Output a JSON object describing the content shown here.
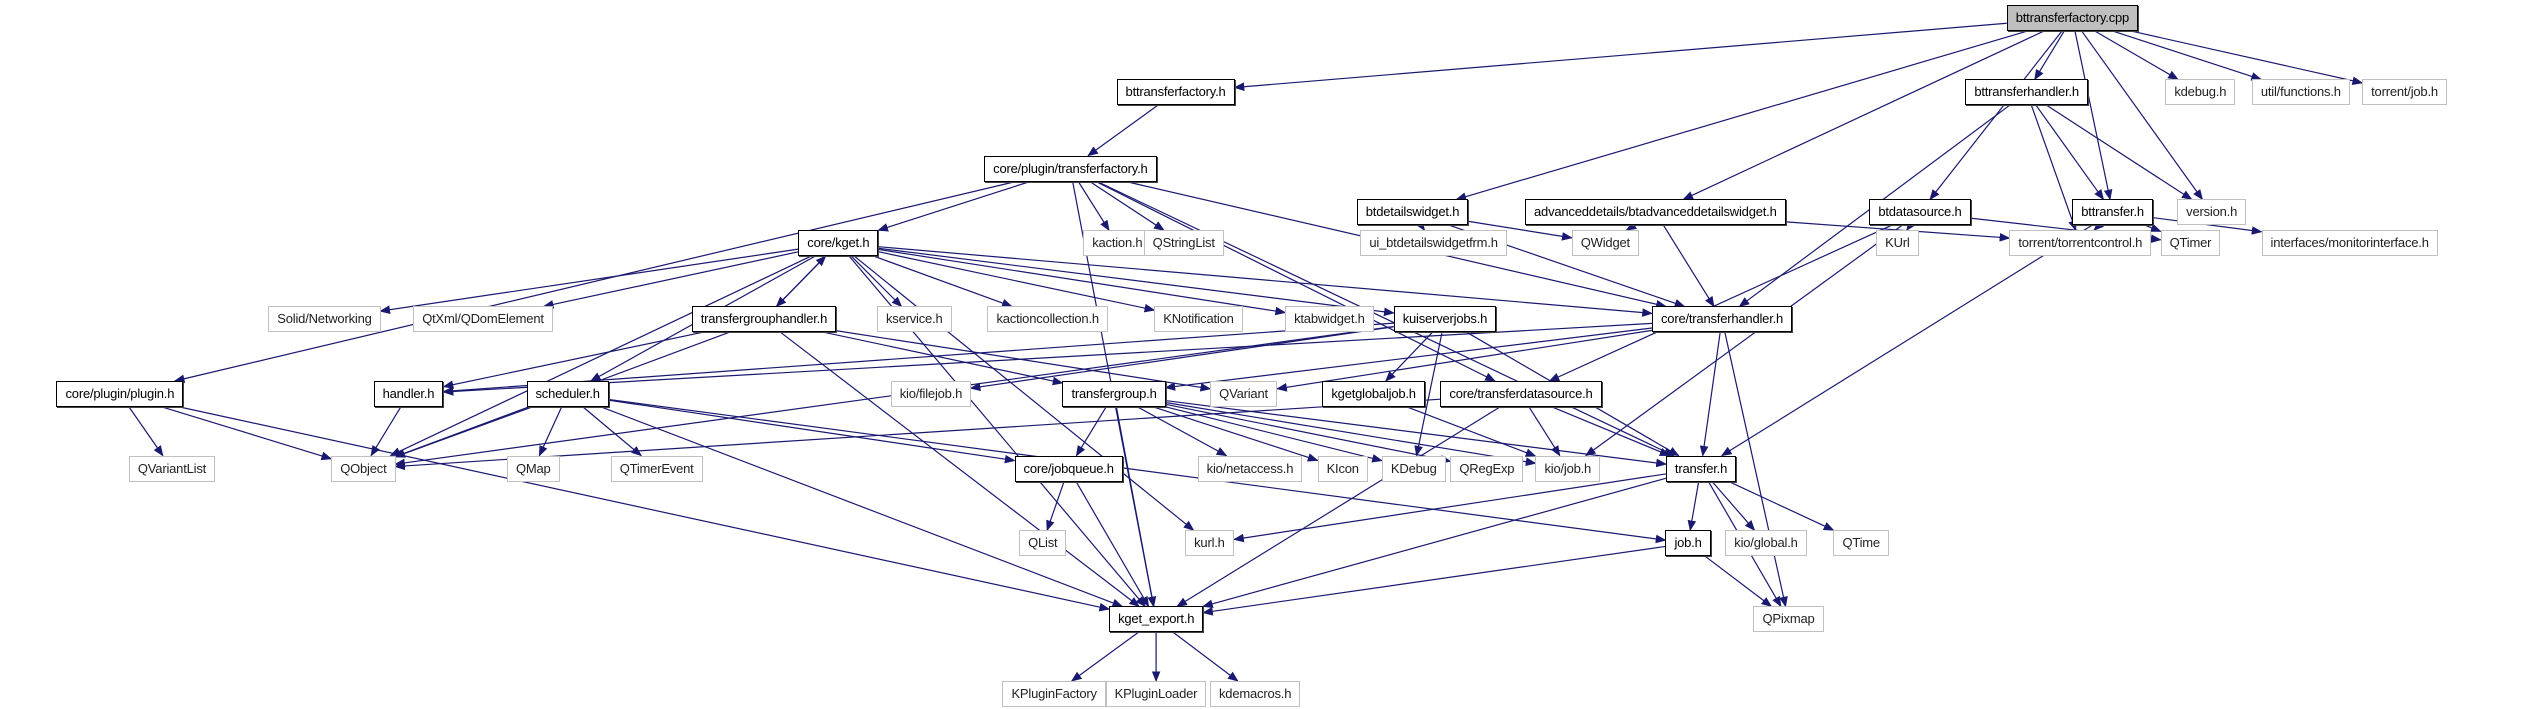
{
  "graph": {
    "title": "bttransferfactory.cpp include dependency graph",
    "colors": {
      "edge": "#191970",
      "local_border": "#000000",
      "ext_border": "#c0c0c0",
      "root_fill": "#bfbfbf"
    },
    "nodes": [
      {
        "id": "root",
        "label": "bttransferfactory.cpp",
        "kind": "root"
      },
      {
        "id": "bttransferfactory_h",
        "label": "bttransferfactory.h",
        "kind": "local"
      },
      {
        "id": "transferfactory",
        "label": "core/plugin/transferfactory.h",
        "kind": "local"
      },
      {
        "id": "btdetailswidget",
        "label": "btdetailswidget.h",
        "kind": "local"
      },
      {
        "id": "btadvanced",
        "label": "advanceddetails/btadvanceddetailswidget.h",
        "kind": "local"
      },
      {
        "id": "btdatasource",
        "label": "btdatasource.h",
        "kind": "local"
      },
      {
        "id": "bttransferhandler",
        "label": "bttransferhandler.h",
        "kind": "local"
      },
      {
        "id": "bttransfer",
        "label": "bttransfer.h",
        "kind": "local"
      },
      {
        "id": "version",
        "label": "version.h",
        "kind": "ext"
      },
      {
        "id": "kdebug",
        "label": "kdebug.h",
        "kind": "ext"
      },
      {
        "id": "utilfunctions",
        "label": "util/functions.h",
        "kind": "ext"
      },
      {
        "id": "torrentjob",
        "label": "torrent/job.h",
        "kind": "ext"
      },
      {
        "id": "kaction",
        "label": "kaction.h",
        "kind": "ext"
      },
      {
        "id": "qstringlist",
        "label": "QStringList",
        "kind": "ext"
      },
      {
        "id": "ui_btdetails",
        "label": "ui_btdetailswidgetfrm.h",
        "kind": "ext"
      },
      {
        "id": "qwidget",
        "label": "QWidget",
        "kind": "ext"
      },
      {
        "id": "kurl_cap",
        "label": "KUrl",
        "kind": "ext"
      },
      {
        "id": "torrentcontrol",
        "label": "torrent/torrentcontrol.h",
        "kind": "ext"
      },
      {
        "id": "qtimer",
        "label": "QTimer",
        "kind": "ext"
      },
      {
        "id": "monitorinterface",
        "label": "interfaces/monitorinterface.h",
        "kind": "ext"
      },
      {
        "id": "kget",
        "label": "core/kget.h",
        "kind": "local"
      },
      {
        "id": "solid",
        "label": "Solid/Networking",
        "kind": "ext"
      },
      {
        "id": "qdomelement",
        "label": "QtXml/QDomElement",
        "kind": "ext"
      },
      {
        "id": "tgh",
        "label": "transfergrouphandler.h",
        "kind": "local"
      },
      {
        "id": "kservice",
        "label": "kservice.h",
        "kind": "ext"
      },
      {
        "id": "kactioncollection",
        "label": "kactioncollection.h",
        "kind": "ext"
      },
      {
        "id": "knotification",
        "label": "KNotification",
        "kind": "ext"
      },
      {
        "id": "ktabwidget",
        "label": "ktabwidget.h",
        "kind": "ext"
      },
      {
        "id": "kuiserverjobs",
        "label": "kuiserverjobs.h",
        "kind": "local"
      },
      {
        "id": "transferhandler",
        "label": "core/transferhandler.h",
        "kind": "local"
      },
      {
        "id": "plugin",
        "label": "core/plugin/plugin.h",
        "kind": "local"
      },
      {
        "id": "handler",
        "label": "handler.h",
        "kind": "local"
      },
      {
        "id": "scheduler",
        "label": "scheduler.h",
        "kind": "local"
      },
      {
        "id": "kiofilejob",
        "label": "kio/filejob.h",
        "kind": "ext"
      },
      {
        "id": "transfergroup",
        "label": "transfergroup.h",
        "kind": "local"
      },
      {
        "id": "qvariant",
        "label": "QVariant",
        "kind": "ext"
      },
      {
        "id": "kgetglobaljob",
        "label": "kgetglobaljob.h",
        "kind": "local"
      },
      {
        "id": "transferdatasource",
        "label": "core/transferdatasource.h",
        "kind": "local"
      },
      {
        "id": "qvariantlist",
        "label": "QVariantList",
        "kind": "ext"
      },
      {
        "id": "qobject",
        "label": "QObject",
        "kind": "ext"
      },
      {
        "id": "qmap",
        "label": "QMap",
        "kind": "ext"
      },
      {
        "id": "qtimerevent",
        "label": "QTimerEvent",
        "kind": "ext"
      },
      {
        "id": "jobqueue",
        "label": "core/jobqueue.h",
        "kind": "local"
      },
      {
        "id": "kionetaccess",
        "label": "kio/netaccess.h",
        "kind": "ext"
      },
      {
        "id": "kicon",
        "label": "KIcon",
        "kind": "ext"
      },
      {
        "id": "kdebug2",
        "label": "KDebug",
        "kind": "ext"
      },
      {
        "id": "qregexp",
        "label": "QRegExp",
        "kind": "ext"
      },
      {
        "id": "kiojob",
        "label": "kio/job.h",
        "kind": "ext"
      },
      {
        "id": "transfer",
        "label": "transfer.h",
        "kind": "local"
      },
      {
        "id": "qlist",
        "label": "QList",
        "kind": "ext"
      },
      {
        "id": "kurl",
        "label": "kurl.h",
        "kind": "ext"
      },
      {
        "id": "job",
        "label": "job.h",
        "kind": "local"
      },
      {
        "id": "kioglobal",
        "label": "kio/global.h",
        "kind": "ext"
      },
      {
        "id": "qtime",
        "label": "QTime",
        "kind": "ext"
      },
      {
        "id": "kget_export",
        "label": "kget_export.h",
        "kind": "local"
      },
      {
        "id": "qpixmap",
        "label": "QPixmap",
        "kind": "ext"
      },
      {
        "id": "kpluginfactory",
        "label": "KPluginFactory",
        "kind": "ext"
      },
      {
        "id": "kpluginloader",
        "label": "KPluginLoader",
        "kind": "ext"
      },
      {
        "id": "kdemacros",
        "label": "kdemacros.h",
        "kind": "ext"
      }
    ],
    "edges": [
      [
        "root",
        "bttransferfactory_h"
      ],
      [
        "root",
        "btdetailswidget"
      ],
      [
        "root",
        "btadvanced"
      ],
      [
        "root",
        "btdatasource"
      ],
      [
        "root",
        "bttransferhandler"
      ],
      [
        "root",
        "bttransfer"
      ],
      [
        "root",
        "version"
      ],
      [
        "root",
        "kdebug"
      ],
      [
        "root",
        "utilfunctions"
      ],
      [
        "root",
        "torrentjob"
      ],
      [
        "bttransferfactory_h",
        "transferfactory"
      ],
      [
        "transferfactory",
        "kget"
      ],
      [
        "transferfactory",
        "kaction"
      ],
      [
        "transferfactory",
        "qstringlist"
      ],
      [
        "transferfactory",
        "plugin"
      ],
      [
        "transferfactory",
        "kget_export"
      ],
      [
        "transferfactory",
        "transferhandler"
      ],
      [
        "transferfactory",
        "transfer"
      ],
      [
        "transferfactory",
        "transferdatasource"
      ],
      [
        "btdetailswidget",
        "ui_btdetails"
      ],
      [
        "btdetailswidget",
        "qwidget"
      ],
      [
        "btdetailswidget",
        "transferhandler"
      ],
      [
        "btadvanced",
        "qwidget"
      ],
      [
        "btadvanced",
        "transferhandler"
      ],
      [
        "btadvanced",
        "torrentcontrol"
      ],
      [
        "btdatasource",
        "kurl_cap"
      ],
      [
        "btdatasource",
        "qtimer"
      ],
      [
        "btdatasource",
        "transferdatasource"
      ],
      [
        "btdatasource",
        "kiojob"
      ],
      [
        "bttransferhandler",
        "bttransfer"
      ],
      [
        "bttransferhandler",
        "version"
      ],
      [
        "bttransferhandler",
        "torrentcontrol"
      ],
      [
        "bttransferhandler",
        "transferhandler"
      ],
      [
        "bttransfer",
        "torrentcontrol"
      ],
      [
        "bttransfer",
        "qtimer"
      ],
      [
        "bttransfer",
        "monitorinterface"
      ],
      [
        "bttransfer",
        "transfer"
      ],
      [
        "kget",
        "solid"
      ],
      [
        "kget",
        "qdomelement"
      ],
      [
        "kget",
        "tgh"
      ],
      [
        "kget",
        "kservice"
      ],
      [
        "kget",
        "kactioncollection"
      ],
      [
        "kget",
        "knotification"
      ],
      [
        "kget",
        "ktabwidget"
      ],
      [
        "kget",
        "kuiserverjobs"
      ],
      [
        "kget",
        "transferhandler"
      ],
      [
        "kget",
        "scheduler"
      ],
      [
        "kget",
        "kget_export"
      ],
      [
        "kget",
        "kurl"
      ],
      [
        "kget",
        "qobject"
      ],
      [
        "tgh",
        "kget"
      ],
      [
        "tgh",
        "handler"
      ],
      [
        "tgh",
        "transfergroup"
      ],
      [
        "tgh",
        "qvariant"
      ],
      [
        "tgh",
        "qobject"
      ],
      [
        "tgh",
        "kget_export"
      ],
      [
        "kuiserverjobs",
        "kgetglobaljob"
      ],
      [
        "kuiserverjobs",
        "kiofilejob"
      ],
      [
        "kuiserverjobs",
        "transfer"
      ],
      [
        "kuiserverjobs",
        "handler"
      ],
      [
        "kuiserverjobs",
        "qobject"
      ],
      [
        "kuiserverjobs",
        "kdebug2"
      ],
      [
        "transferhandler",
        "transfer"
      ],
      [
        "transferhandler",
        "transfergroup"
      ],
      [
        "transferhandler",
        "qvariant"
      ],
      [
        "transferhandler",
        "handler"
      ],
      [
        "transferhandler",
        "qpixmap"
      ],
      [
        "plugin",
        "qvariantlist"
      ],
      [
        "plugin",
        "qobject"
      ],
      [
        "plugin",
        "kget_export"
      ],
      [
        "handler",
        "qobject"
      ],
      [
        "scheduler",
        "qobject"
      ],
      [
        "scheduler",
        "qmap"
      ],
      [
        "scheduler",
        "qtimerevent"
      ],
      [
        "scheduler",
        "jobqueue"
      ],
      [
        "scheduler",
        "job"
      ],
      [
        "scheduler",
        "kget_export"
      ],
      [
        "transfergroup",
        "jobqueue"
      ],
      [
        "transfergroup",
        "kionetaccess"
      ],
      [
        "transfergroup",
        "kicon"
      ],
      [
        "transfergroup",
        "kdebug2"
      ],
      [
        "transfergroup",
        "qregexp"
      ],
      [
        "transfergroup",
        "kiojob"
      ],
      [
        "transfergroup",
        "transfer"
      ],
      [
        "transfergroup",
        "kget_export"
      ],
      [
        "kgetglobaljob",
        "kiojob"
      ],
      [
        "transferdatasource",
        "kiojob"
      ],
      [
        "transferdatasource",
        "transfer"
      ],
      [
        "transferdatasource",
        "qobject"
      ],
      [
        "transferdatasource",
        "kget_export"
      ],
      [
        "jobqueue",
        "qlist"
      ],
      [
        "jobqueue",
        "kget_export"
      ],
      [
        "transfer",
        "kurl"
      ],
      [
        "transfer",
        "job"
      ],
      [
        "transfer",
        "kioglobal"
      ],
      [
        "transfer",
        "qtime"
      ],
      [
        "transfer",
        "qpixmap"
      ],
      [
        "transfer",
        "kget_export"
      ],
      [
        "job",
        "qpixmap"
      ],
      [
        "job",
        "kget_export"
      ],
      [
        "kget_export",
        "kpluginfactory"
      ],
      [
        "kget_export",
        "kpluginloader"
      ],
      [
        "kget_export",
        "kdemacros"
      ]
    ]
  }
}
